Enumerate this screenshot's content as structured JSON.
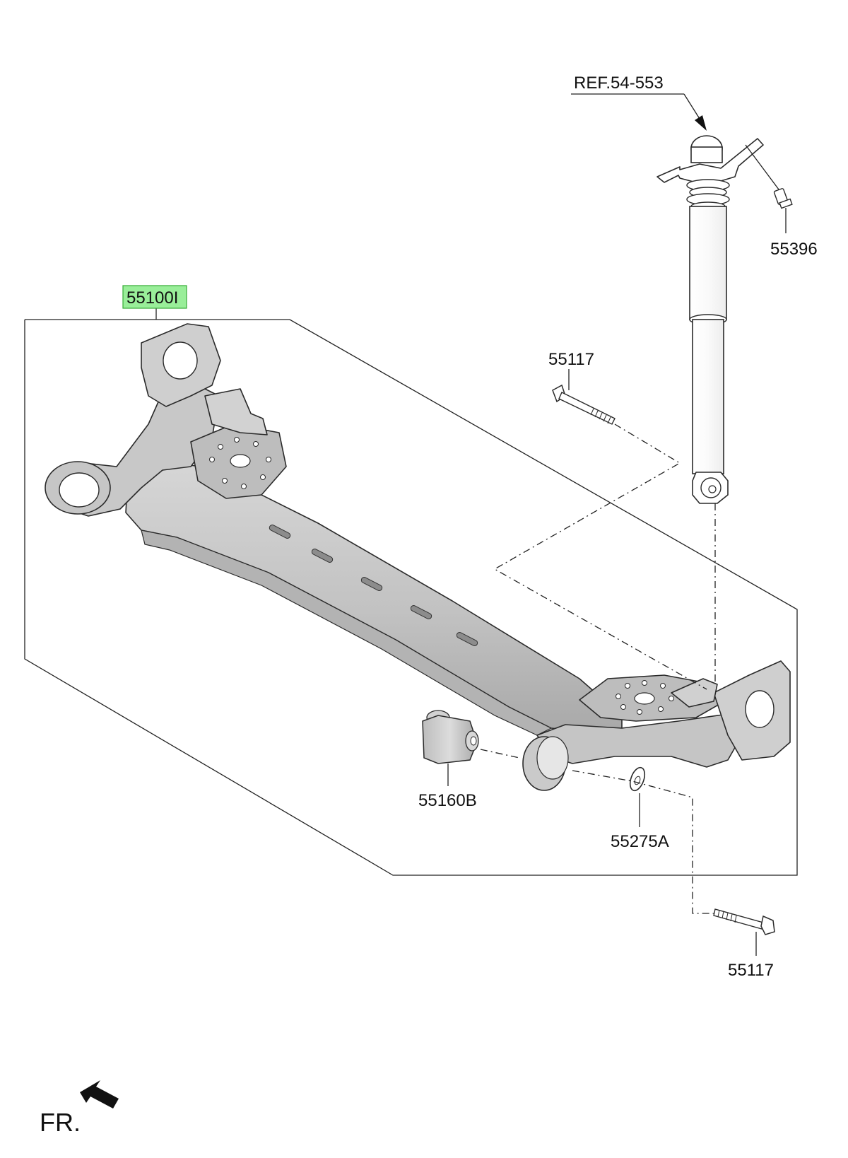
{
  "diagram": {
    "labels": {
      "axle_assembly": "55100I",
      "shock_ref": "REF.54-553",
      "upper_bolt": "55396",
      "bolt_top": "55117",
      "bushing": "55160B",
      "washer": "55275A",
      "bolt_bottom": "55117",
      "front_indicator": "FR."
    },
    "colors": {
      "highlight_fill": "#99ee99",
      "highlight_border": "#33aa33",
      "part_gray": "#c4c4c4",
      "part_light": "#dedede",
      "part_dark": "#9a9a9a",
      "line": "#222222"
    }
  }
}
